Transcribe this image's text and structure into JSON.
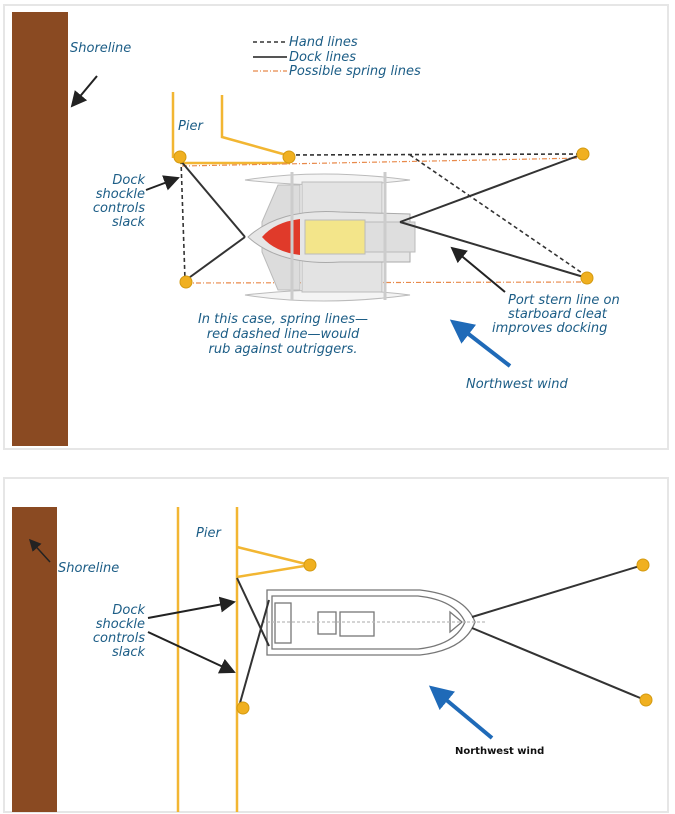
{
  "colors": {
    "shoreline": "#8a4a22",
    "pier": "#f2b632",
    "cleat": "#f0b020",
    "label": "#1c5d86",
    "dock_line": "#333333",
    "spring_line": "#e8894a",
    "wind_arrow": "#1f6ab8",
    "hull_red": "#e03a2a",
    "deck_yellow": "#f3e58a"
  },
  "top_diagram": {
    "legend": [
      {
        "style": "dashed",
        "label": "Hand lines"
      },
      {
        "style": "solid",
        "label": "Dock lines"
      },
      {
        "style": "dash-dot",
        "label": "Possible spring lines"
      }
    ],
    "shoreline_label": "Shoreline",
    "pier_label": "Pier",
    "shockle_label": [
      "Dock",
      "shockle",
      "controls",
      "slack"
    ],
    "spring_note": [
      "In this case, spring lines—",
      "red dashed line—would",
      "rub against outriggers."
    ],
    "port_stern_note": [
      "Port stern line on",
      "starboard cleat",
      "improves docking"
    ],
    "wind_label": "Northwest wind"
  },
  "bottom_diagram": {
    "shoreline_label": "Shoreline",
    "pier_label": "Pier",
    "shockle_label": [
      "Dock",
      "shockle",
      "controls",
      "slack"
    ],
    "wind_label": "Northwest wind"
  }
}
